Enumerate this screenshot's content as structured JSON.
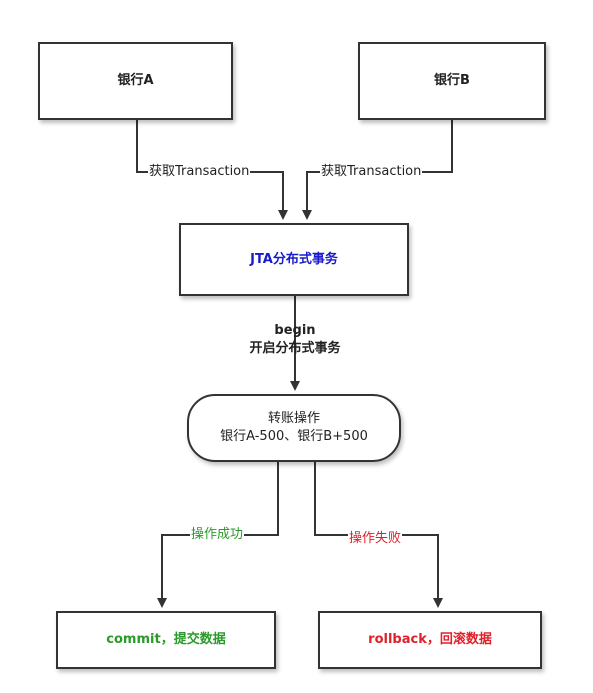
{
  "nodes": {
    "bank_a": "银行A",
    "bank_b": "银行B",
    "jta": "JTA分布式事务",
    "transfer_line1": "转账操作",
    "transfer_line2": "银行A-500、银行B+500",
    "commit": "commit，提交数据",
    "rollback": "rollback，回滚数据"
  },
  "edges": {
    "get_tx_a": "获取Transaction",
    "get_tx_b": "获取Transaction",
    "begin_line1": "begin",
    "begin_line2": "开启分布式事务",
    "success": "操作成功",
    "failure": "操作失败"
  },
  "colors": {
    "jta_text": "#1a1acc",
    "success": "#2a9a2a",
    "failure": "#e0202a",
    "line": "#333333"
  }
}
